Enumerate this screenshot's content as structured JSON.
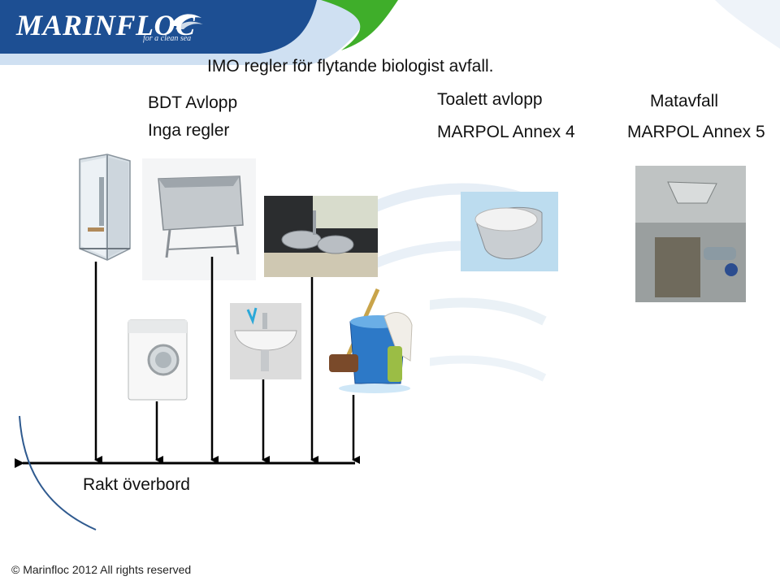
{
  "header": {
    "brand": "MARINFLOC",
    "tagline": "for a clean sea",
    "colors": {
      "blue": "#1d4f93",
      "green": "#3fae2a",
      "light_blue": "#cfe0f2"
    }
  },
  "title": "IMO regler för flytande biologist avfall.",
  "columns": [
    {
      "heading": "BDT Avlopp",
      "subheading": "Inga regler"
    },
    {
      "heading": "Toalett avlopp",
      "subheading": "MARPOL Annex 4"
    },
    {
      "heading": "Matavfall",
      "subheading": "MARPOL Annex 5"
    }
  ],
  "outlet_label": "Rakt överbord",
  "footer": "© Marinfloc 2012 All rights reserved",
  "icons": [
    "shower-cabin-icon",
    "steel-tub-icon",
    "kitchen-sink-icon",
    "toilet-icon",
    "food-waste-unit-icon",
    "washing-machine-icon",
    "wash-basin-icon",
    "cleaning-bucket-icon",
    "wave-logo-icon"
  ]
}
